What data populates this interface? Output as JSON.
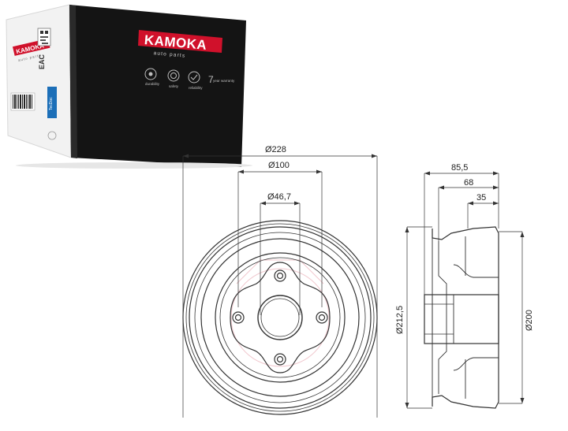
{
  "box": {
    "brand": "KAMOKA",
    "tagline": "auto parts",
    "side_brand": "KAMOKA",
    "side_tagline": "auto parts",
    "badge": "EAC",
    "features": [
      "durability",
      "safety",
      "reliability",
      "year warranty"
    ],
    "warranty_years": "7",
    "partner": "TecDoc",
    "colors": {
      "box": "#151515",
      "brand_red": "#d0112b"
    }
  },
  "drawing": {
    "dimensions": {
      "outer_diameter": "Ø228",
      "bolt_circle": "Ø100",
      "center_bore": "Ø46,7",
      "brake_diameter": "Ø212,5",
      "width": "85,5",
      "depth": "68",
      "hub": "35",
      "drum_inner": "Ø200"
    }
  }
}
